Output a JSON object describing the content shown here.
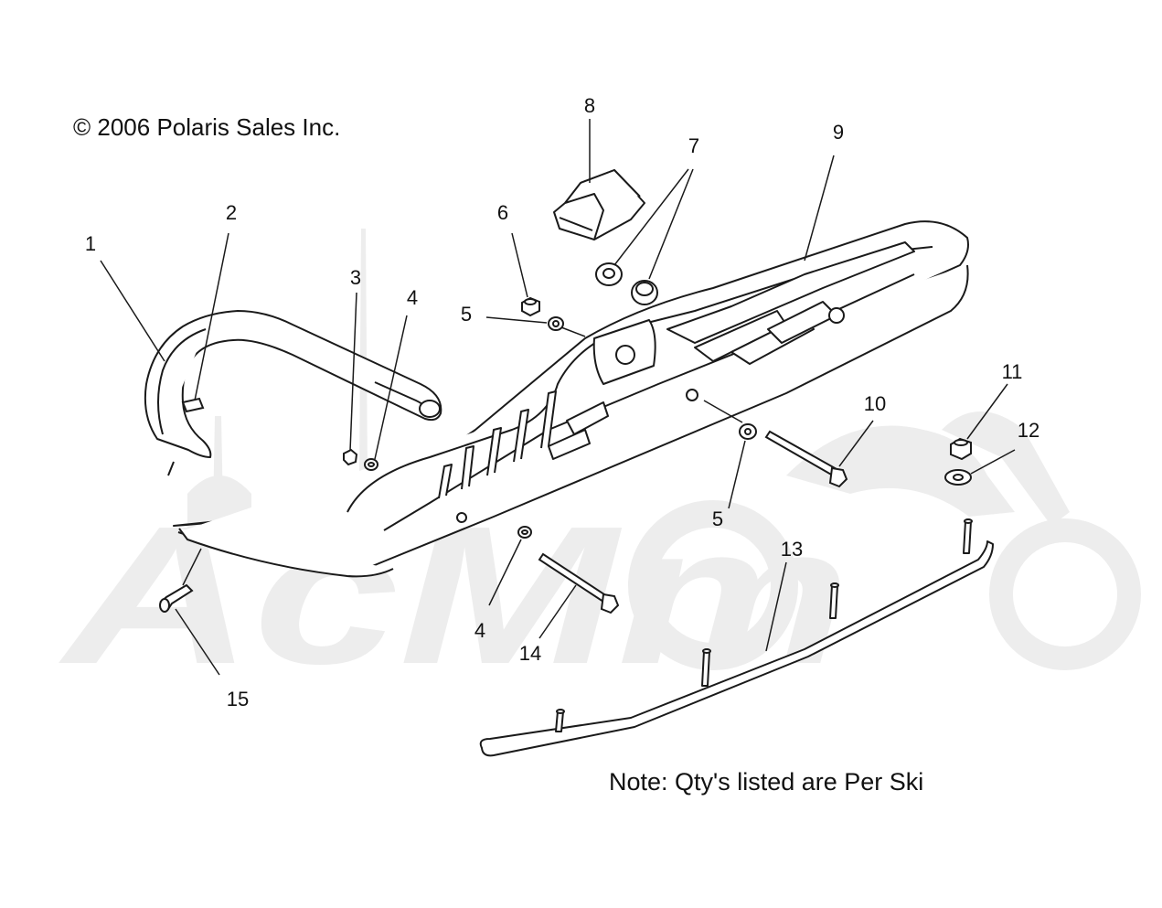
{
  "copyright": "© 2006 Polaris Sales Inc.",
  "note": "Note: Qty's listed are Per Ski",
  "watermark": "AcMm",
  "colors": {
    "line": "#1a1a1a",
    "watermark": "#ededed",
    "part_fill": "#ffffff"
  },
  "callouts": [
    {
      "id": "c1",
      "label": "1"
    },
    {
      "id": "c2",
      "label": "2"
    },
    {
      "id": "c3",
      "label": "3"
    },
    {
      "id": "c4a",
      "label": "4"
    },
    {
      "id": "c4b",
      "label": "4"
    },
    {
      "id": "c5a",
      "label": "5"
    },
    {
      "id": "c5b",
      "label": "5"
    },
    {
      "id": "c6",
      "label": "6"
    },
    {
      "id": "c7",
      "label": "7"
    },
    {
      "id": "c8",
      "label": "8"
    },
    {
      "id": "c9",
      "label": "9"
    },
    {
      "id": "c10",
      "label": "10"
    },
    {
      "id": "c11",
      "label": "11"
    },
    {
      "id": "c12",
      "label": "12"
    },
    {
      "id": "c13",
      "label": "13"
    },
    {
      "id": "c14",
      "label": "14"
    },
    {
      "id": "c15",
      "label": "15"
    }
  ]
}
